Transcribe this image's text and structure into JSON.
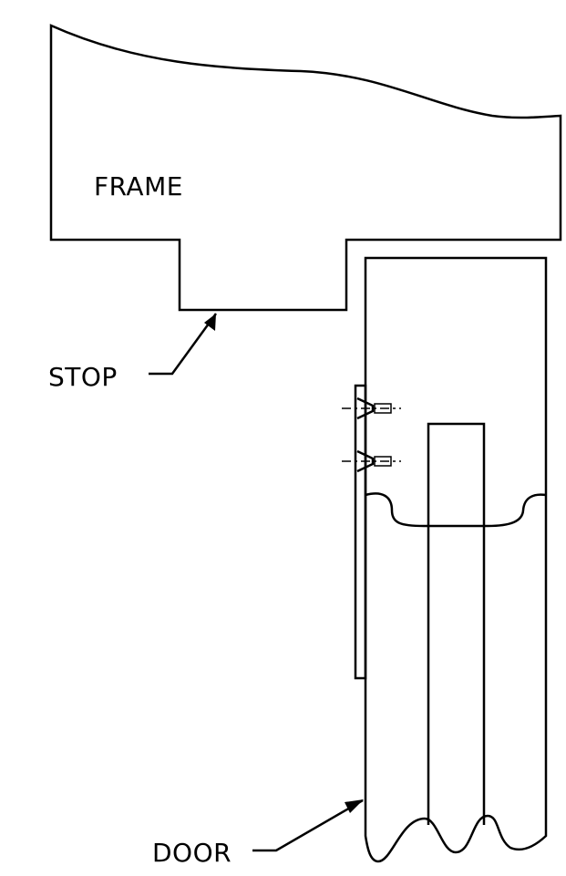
{
  "diagram": {
    "labels": {
      "frame": "FRAME",
      "stop": "STOP",
      "door": "DOOR"
    },
    "colors": {
      "line": "#000000",
      "background": "#ffffff"
    }
  }
}
